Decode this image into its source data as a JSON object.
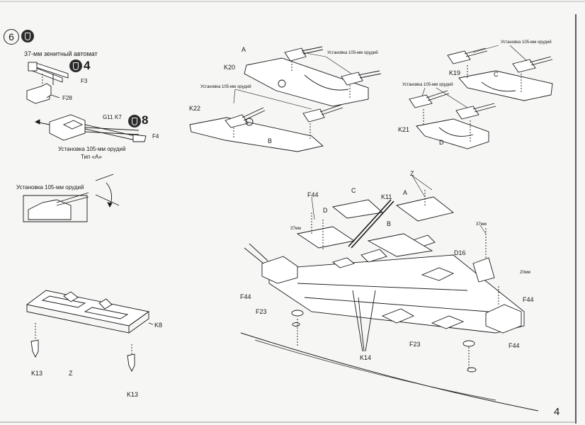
{
  "step": {
    "number": "6"
  },
  "page_number": "4",
  "aa_gun": {
    "title": "37-мм зенитный автомат",
    "glue_count": "4"
  },
  "mount_a": {
    "glue_count": "8",
    "caption_1": "Установка 105-мм орудий",
    "caption_2": "Тип «А»"
  },
  "elevation_caption": "Установка 105-мм орудий",
  "parts": {
    "f3": "F3",
    "f28": "F28",
    "g11": "G11",
    "k7": "K7",
    "f4": "F4",
    "k20": "K20",
    "k22": "K22",
    "k19": "K19",
    "k21": "K21",
    "k8": "K8",
    "k13_left": "K13",
    "k13_right": "K13",
    "z_small": "Z",
    "f44_a": "F44",
    "f44_b": "F44",
    "f44_c": "F44",
    "f44_d": "F44",
    "f23_a": "F23",
    "f23_b": "F23",
    "k11": "K11",
    "k14": "K14",
    "d16": "D16"
  },
  "letters": {
    "a": "A",
    "b": "B",
    "c": "C",
    "d": "D",
    "ship_c": "C",
    "ship_a": "A",
    "ship_d": "D",
    "ship_b": "B",
    "ship_z": "Z"
  },
  "callouts": {
    "mount_105_a": "Установка 105-мм орудий",
    "mount_105_b": "Установка 105-мм орудий",
    "mount_105_c": "Установка 105-мм орудий",
    "mount_105_d": "Установка 105-мм орудий",
    "mm37_left": "37мм",
    "mm37_right": "37мм",
    "mm20": "20мм"
  },
  "colors": {
    "ink": "#1a1a1a",
    "paper": "#f6f6f4",
    "glue_badge": "#2b2b2b"
  }
}
